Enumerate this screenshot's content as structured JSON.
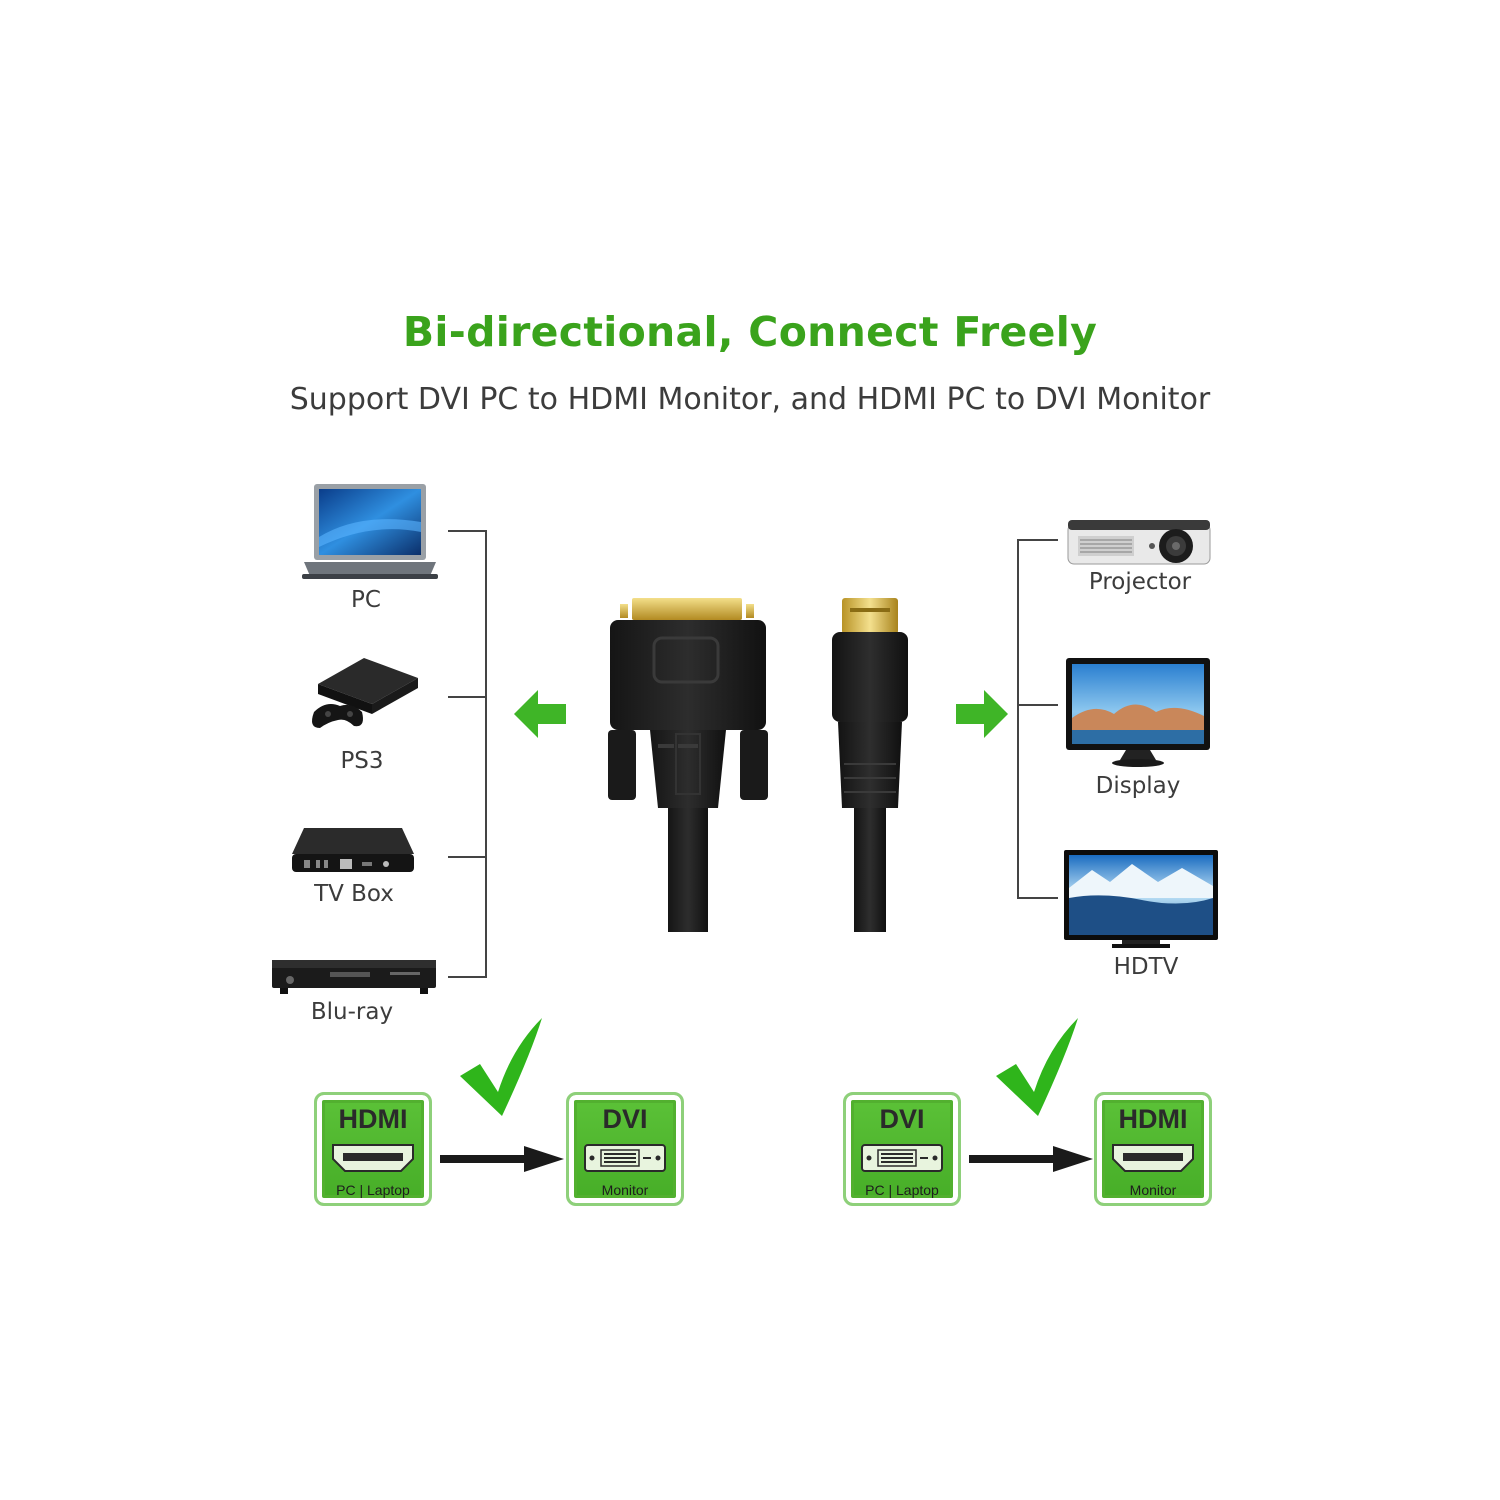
{
  "header": {
    "title": "Bi-directional, Connect Freely",
    "subtitle": "Support DVI PC to HDMI Monitor, and HDMI PC to DVI Monitor"
  },
  "left_devices": [
    {
      "label": "PC",
      "icon": "laptop-icon"
    },
    {
      "label": "PS3",
      "icon": "game-console-icon"
    },
    {
      "label": "TV Box",
      "icon": "tv-box-icon"
    },
    {
      "label": "Blu-ray",
      "icon": "blu-ray-player-icon"
    }
  ],
  "right_devices": [
    {
      "label": "Projector",
      "icon": "projector-icon"
    },
    {
      "label": "Display",
      "icon": "monitor-icon"
    },
    {
      "label": "HDTV",
      "icon": "tv-icon"
    }
  ],
  "cable": {
    "left_connector": "dvi-connector-icon",
    "right_connector": "hdmi-connector-icon"
  },
  "flows": [
    {
      "source": {
        "title": "HDMI",
        "sub": "PC | Laptop",
        "port": "hdmi-port-icon"
      },
      "target": {
        "title": "DVI",
        "sub": "Monitor",
        "port": "dvi-port-icon"
      }
    },
    {
      "source": {
        "title": "DVI",
        "sub": "PC | Laptop",
        "port": "dvi-port-icon"
      },
      "target": {
        "title": "HDMI",
        "sub": "Monitor",
        "port": "hdmi-port-icon"
      }
    }
  ],
  "colors": {
    "accent": "#3aa31c",
    "arrow_green": "#3fb527",
    "badge_green": "#52b02f",
    "text": "#3c3c3c",
    "connector_gold": "#d8b64a"
  }
}
